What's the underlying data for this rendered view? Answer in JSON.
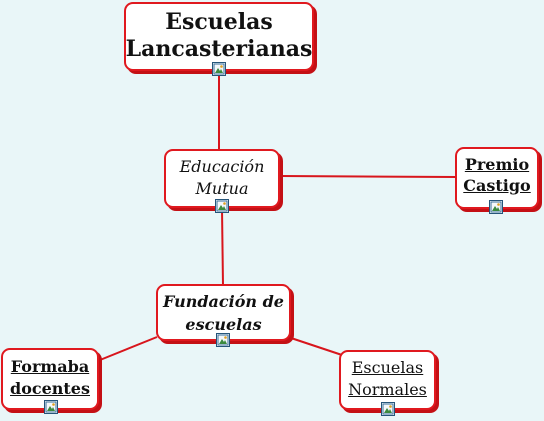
{
  "diagram": {
    "nodes": {
      "root": {
        "lines": [
          "Escuelas",
          "Lancasterianas"
        ]
      },
      "mutua": {
        "lines": [
          "Educación",
          "Mutua"
        ]
      },
      "premio": {
        "lines": [
          "Premio",
          "Castigo"
        ]
      },
      "fundacion": {
        "lines": [
          "Fundación de",
          "escuelas"
        ]
      },
      "formaba": {
        "lines": [
          "Formaba",
          "docentes"
        ]
      },
      "normales": {
        "lines": [
          "Escuelas",
          "Normales"
        ]
      }
    },
    "icon": "image-placeholder-icon",
    "colors": {
      "background": "#e9f6f8",
      "border": "#e0191f",
      "connector": "#d8151c",
      "text": "#111111"
    }
  }
}
